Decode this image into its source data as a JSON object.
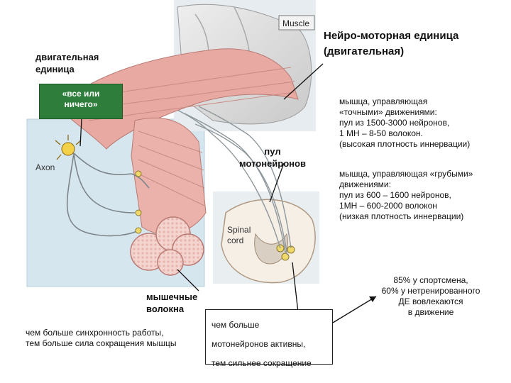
{
  "title": {
    "line1": "Нейро-моторная единица",
    "line2": "(двигательная)"
  },
  "motor_unit_label": {
    "line1": "двигательная",
    "line2": "единица"
  },
  "all_or_nothing": {
    "line1": "«все или",
    "line2": "ничего»"
  },
  "illustration": {
    "muscle_label": "Muscle",
    "axon_label": "Axon",
    "spinal_label_1": "Spinal",
    "spinal_label_2": "cord"
  },
  "motoneuron_pool": {
    "line1": "пул",
    "line2": "мотонейронов"
  },
  "muscle_fibers": {
    "line1": "мышечные",
    "line2": "волокна"
  },
  "fine_control": {
    "line1": "мышца, управляющая",
    "line2": "«точными» движениями:",
    "line3": "пул из 1500-3000 нейронов,",
    "line4": "1 МН – 8-50 волокон.",
    "line5": "(высокая плотность иннервации)"
  },
  "coarse_control": {
    "line1": "мышца, управляющая «грубыми»",
    "line2": "движениями:",
    "line3": "пул из 600 – 1600 нейронов,",
    "line4": "1МН – 600-2000 волокон",
    "line5": "(низкая плотность иннервации)"
  },
  "synchrony_note": {
    "line1": "чем больше синхронность работы,",
    "line2": "тем больше сила сокращения мышцы"
  },
  "recruitment_box": {
    "line1": "чем больше",
    "line2": "мотонейронов активны,",
    "line3": "тем сильнее сокращение"
  },
  "recruitment_percent": {
    "line1": "85% у спортсмена,",
    "line2": "60% у нетренированного",
    "line3": "ДЕ вовлекаются",
    "line4": "в движение"
  },
  "colors": {
    "green_box": "#2f7d3a",
    "muscle": "#e8b8b0",
    "muscle_dark": "#c98a84",
    "panel_blue": "#d8e8f0",
    "nerve": "#9aa3a8"
  }
}
